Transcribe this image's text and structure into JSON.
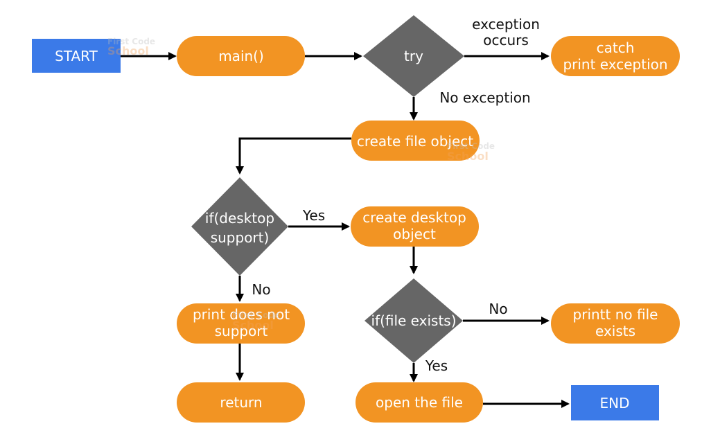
{
  "colors": {
    "terminal": "#3b7ae8",
    "process": "#f29423",
    "decision": "#666666",
    "edge": "#000000",
    "text": "#ffffff",
    "watermark": "#c9c9c9"
  },
  "nodes": {
    "start": "START",
    "main": "main()",
    "try": "try",
    "catch": {
      "line1": "catch",
      "line2": "print exception"
    },
    "create_file": "create file object",
    "if_desktop": {
      "line1": "if(desktop",
      "line2": "support)"
    },
    "create_desktop": {
      "line1": "create desktop",
      "line2": "object"
    },
    "print_not_support": {
      "line1": "print does not",
      "line2": "support"
    },
    "if_file": "if(file exists)",
    "print_no_file": {
      "line1": "printt no file",
      "line2": "exists"
    },
    "return": "return",
    "open_file": "open the file",
    "end": "END"
  },
  "edge_labels": {
    "exception_occurs": {
      "line1": "exception",
      "line2": "occurs"
    },
    "no_exception": "No exception",
    "desktop_yes": "Yes",
    "desktop_no": "No",
    "file_no": "No",
    "file_yes": "Yes"
  },
  "watermark": {
    "line1": "First Code",
    "line2": "School"
  }
}
